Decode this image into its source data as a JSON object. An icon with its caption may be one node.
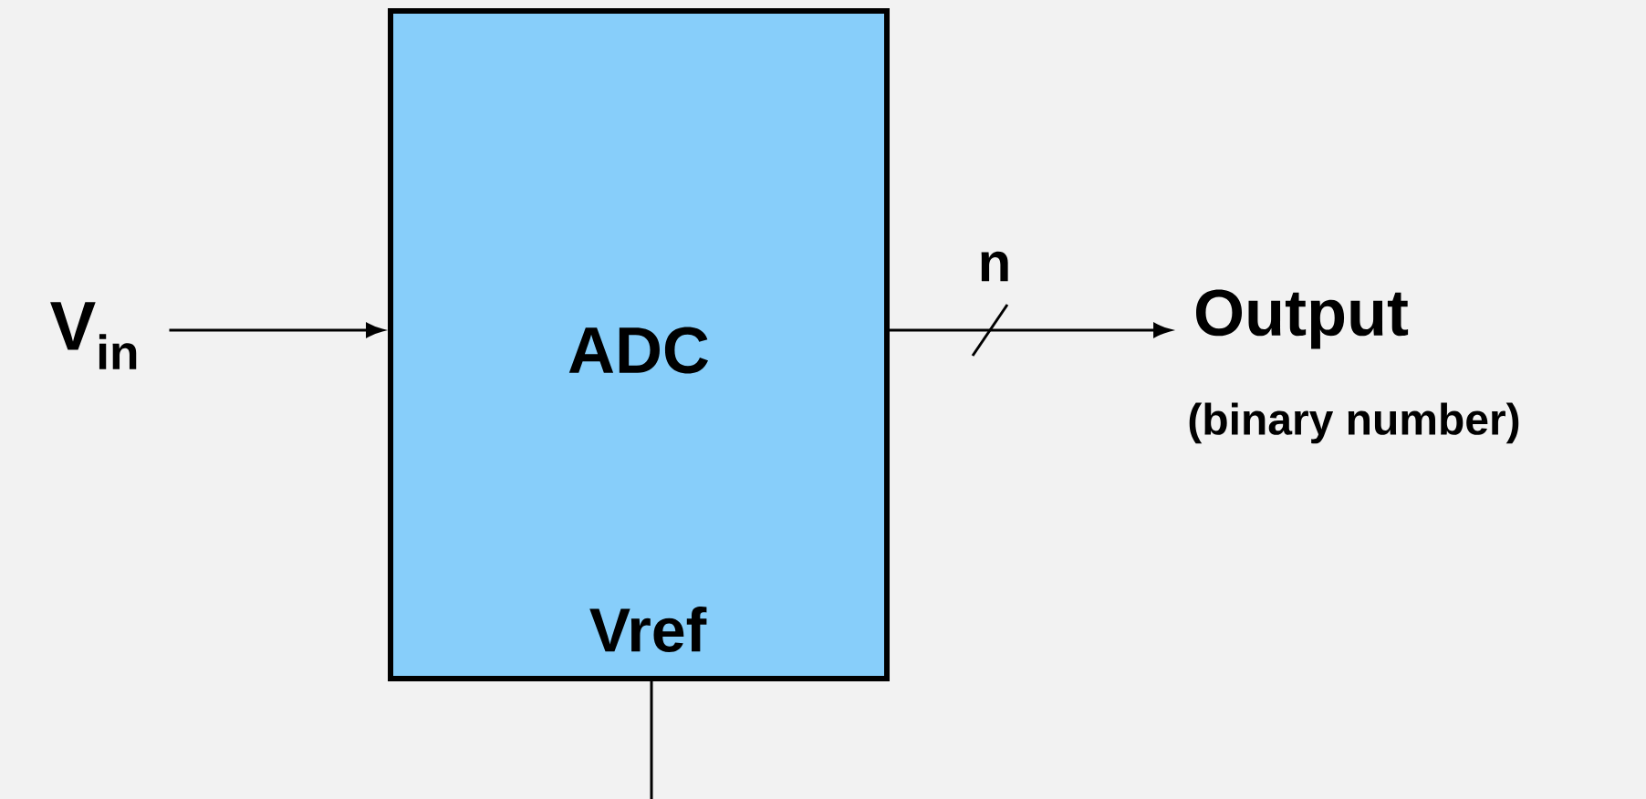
{
  "diagram": {
    "nodes": [
      {
        "text": [
          "ADC",
          "Vref"
        ]
      },
      {
        "text": [
          "V$_{in}$"
        ]
      },
      {
        "text": [
          "Output",
          "(binary number)"
        ]
      }
    ],
    "edges": [
      {
        "from": 1,
        "to": 0,
        "arrow": "to"
      },
      {
        "from": 0,
        "to": 2,
        "arrow": "to",
        "label": "n"
      },
      {
        "from": 0,
        "to": null,
        "arrow": "none"
      }
    ]
  }
}
